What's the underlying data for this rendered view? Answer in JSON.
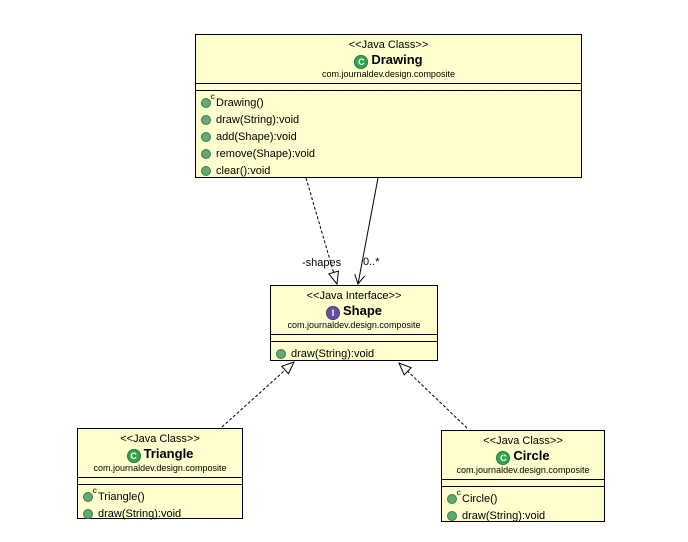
{
  "icons": {
    "class_letter": "C",
    "interface_letter": "I",
    "constructor_badge": "c"
  },
  "classes": [
    {
      "id": "drawing",
      "stereotype": "<<Java Class>>",
      "name": "Drawing",
      "package": "com.journaldev.design.composite",
      "methods": [
        {
          "label": "Drawing()",
          "constructor": true
        },
        {
          "label": "draw(String):void",
          "constructor": false
        },
        {
          "label": "add(Shape):void",
          "constructor": false
        },
        {
          "label": "remove(Shape):void",
          "constructor": false
        },
        {
          "label": "clear():void",
          "constructor": false
        }
      ]
    },
    {
      "id": "shape",
      "stereotype": "<<Java Interface>>",
      "name": "Shape",
      "package": "com.journaldev.design.composite",
      "methods": [
        {
          "label": "draw(String):void",
          "constructor": false
        }
      ]
    },
    {
      "id": "triangle",
      "stereotype": "<<Java Class>>",
      "name": "Triangle",
      "package": "com.journaldev.design.composite",
      "methods": [
        {
          "label": "Triangle()",
          "constructor": true
        },
        {
          "label": "draw(String):void",
          "constructor": false
        }
      ]
    },
    {
      "id": "circle",
      "stereotype": "<<Java Class>>",
      "name": "Circle",
      "package": "com.journaldev.design.composite",
      "methods": [
        {
          "label": "Circle()",
          "constructor": true
        },
        {
          "label": "draw(String):void",
          "constructor": false
        }
      ]
    }
  ],
  "connectors": {
    "association": {
      "name": "-shapes",
      "multiplicity": "0..*",
      "from": "Drawing",
      "to": "Shape",
      "style": "solid-open-arrow"
    },
    "realizations": [
      {
        "from": "Drawing",
        "to": "Shape",
        "style": "dashed-hollow-triangle"
      },
      {
        "from": "Triangle",
        "to": "Shape",
        "style": "dashed-hollow-triangle"
      },
      {
        "from": "Circle",
        "to": "Shape",
        "style": "dashed-hollow-triangle"
      }
    ]
  },
  "colors": {
    "box_fill": "#FEFECE",
    "box_border": "#000000",
    "line_color": "#000000",
    "class_icon_bg": "#37A24F",
    "class_icon_border": "#1E7A35",
    "interface_icon_bg": "#6A4CA0",
    "interface_icon_border": "#4A3579",
    "method_icon_bg": "#62AA74",
    "method_icon_border": "#3C7A4E",
    "constructor_badge_color": "#1F5E2E"
  }
}
